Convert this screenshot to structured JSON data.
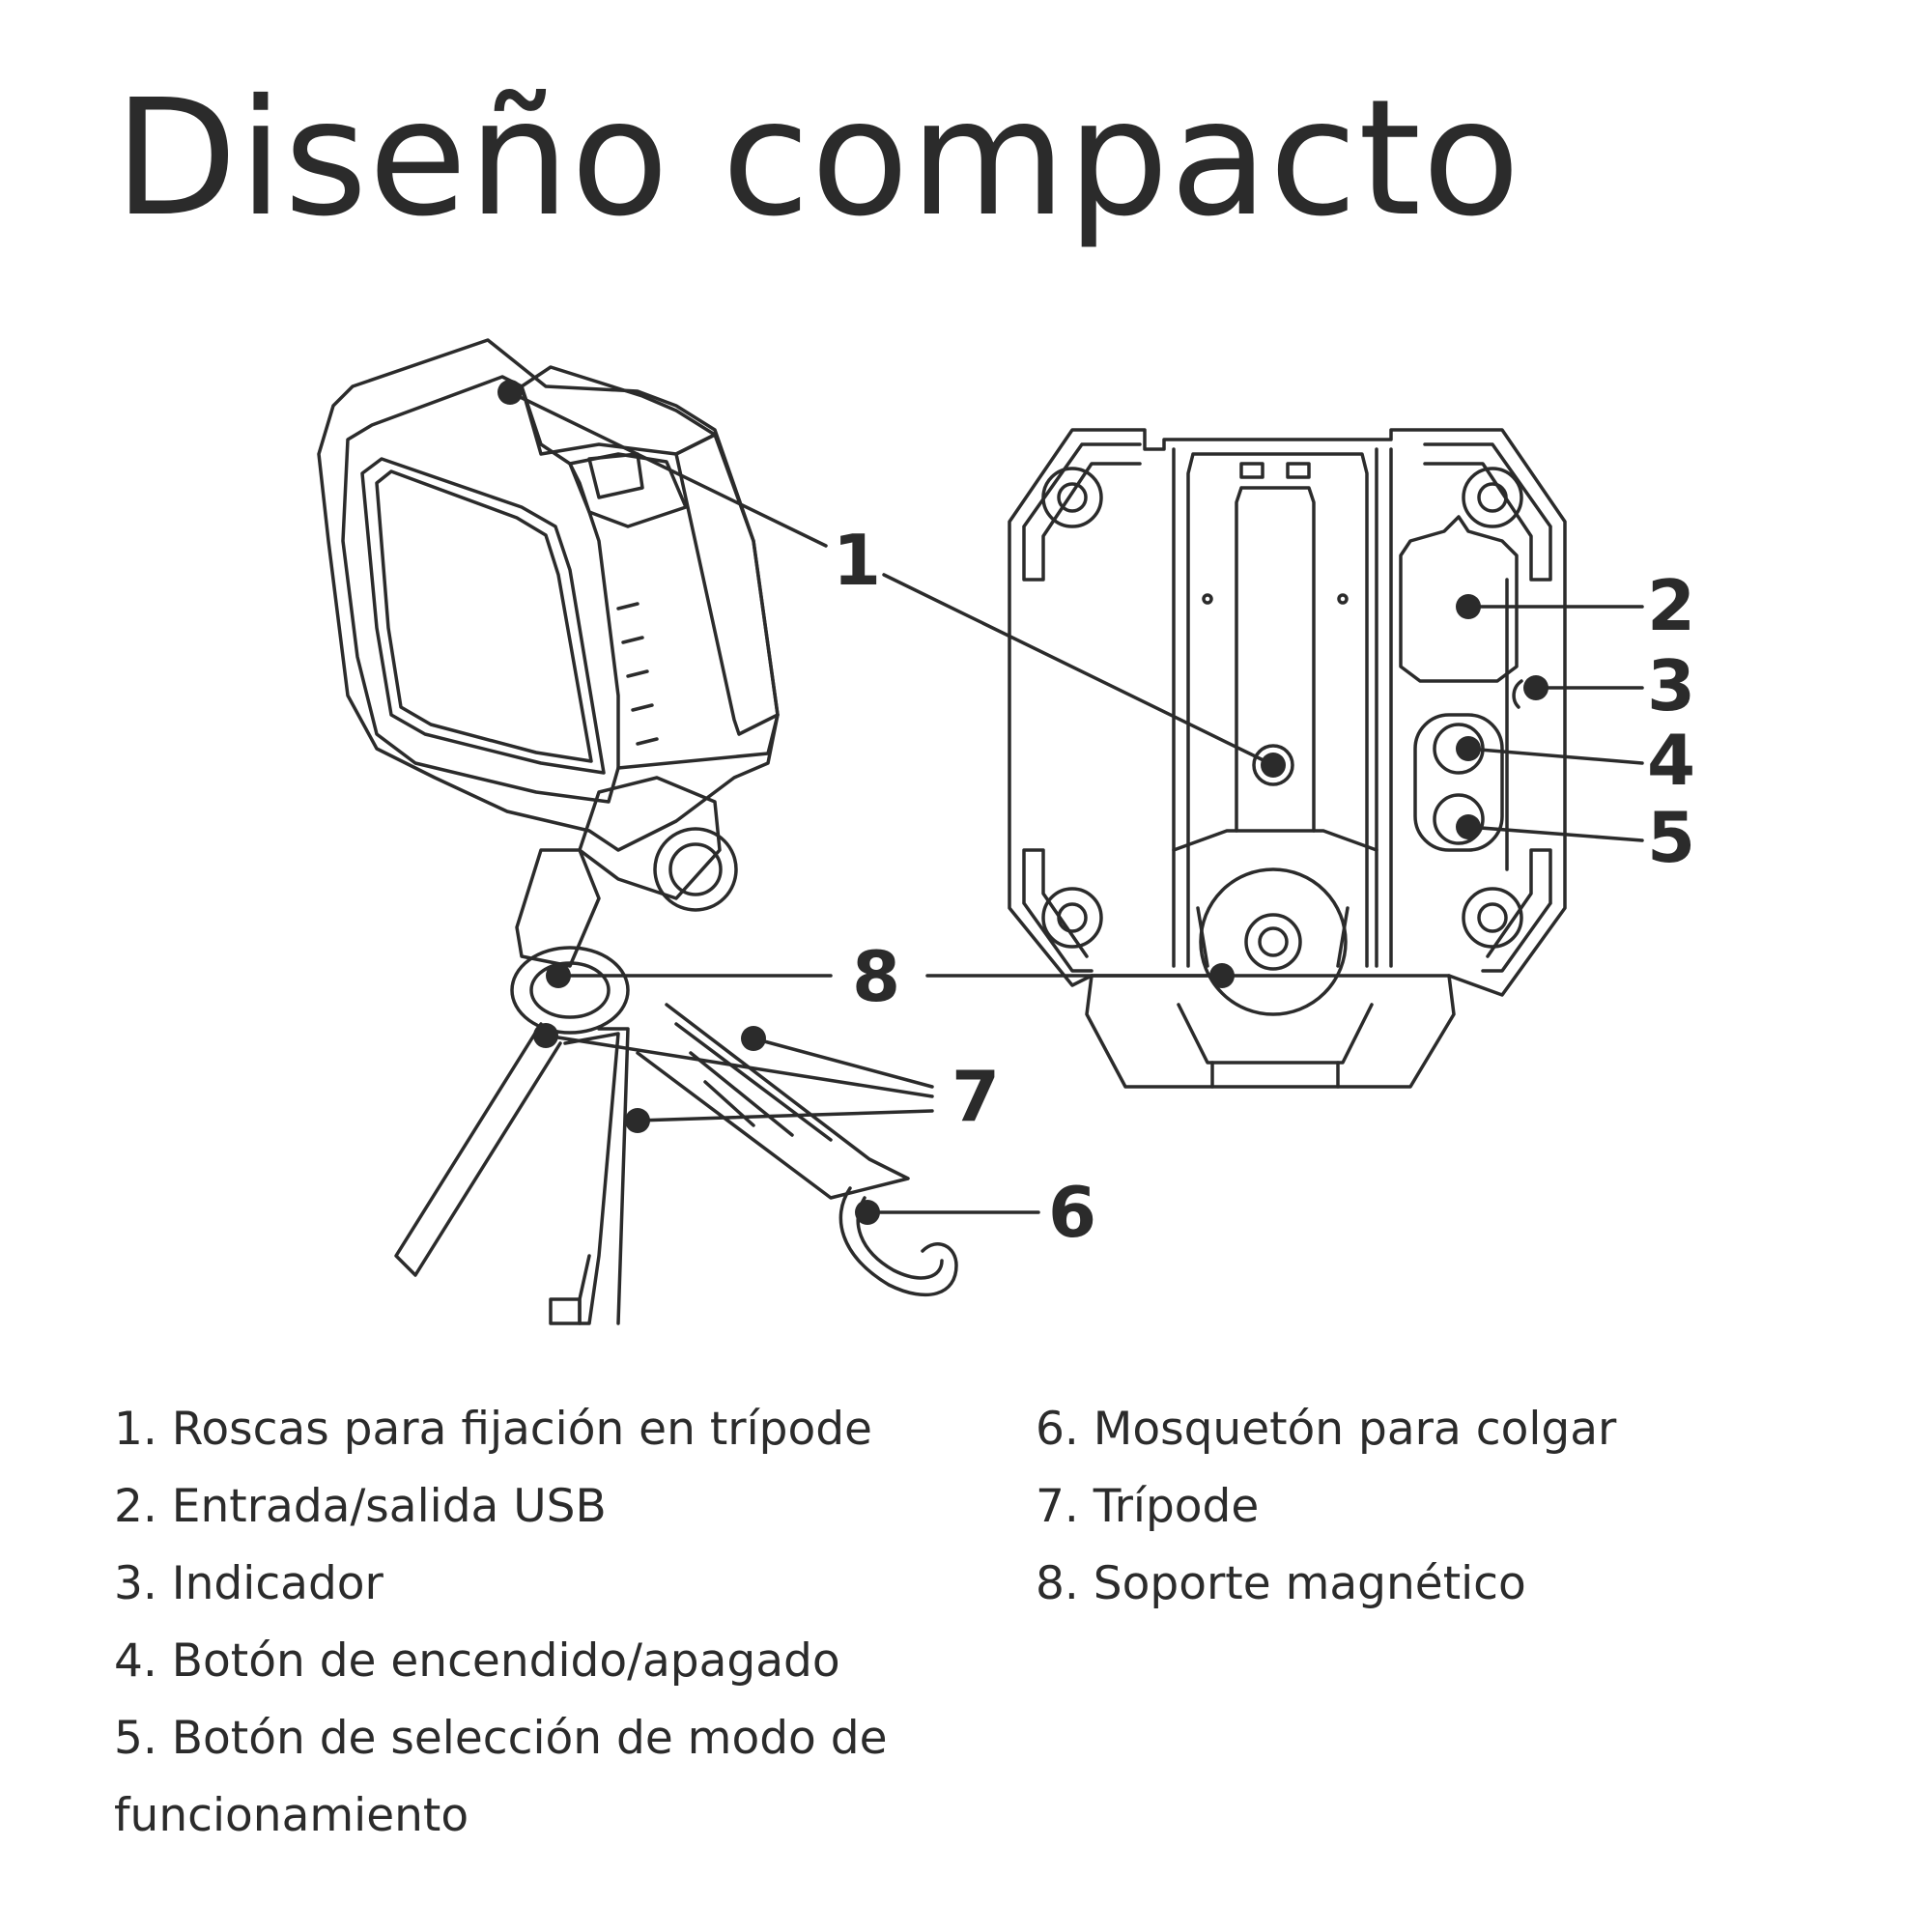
{
  "title": "Diseño compacto",
  "callouts": {
    "c1": "1",
    "c2": "2",
    "c3": "3",
    "c4": "4",
    "c5": "5",
    "c6": "6",
    "c7": "7",
    "c8": "8"
  },
  "legend_left": [
    "1. Roscas para fijación en trípode",
    "2. Entrada/salida USB",
    "3. Indicador",
    "4. Botón de encendido/apagado",
    "5. Botón de selección de modo de",
    "funcionamiento"
  ],
  "legend_right": [
    "6. Mosquetón para colgar",
    "7. Trípode",
    "8. Soporte magnético"
  ],
  "colors": {
    "ink": "#2b2b2b",
    "background": "#ffffff"
  }
}
